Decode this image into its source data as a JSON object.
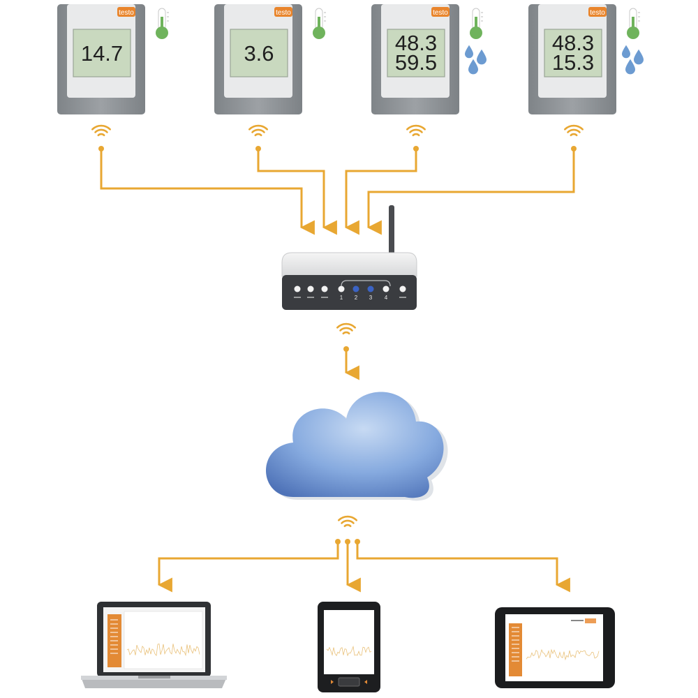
{
  "loggers": [
    {
      "brand": "testo",
      "readings": [
        "14.7"
      ],
      "sensor_icons": [
        "thermometer-icon"
      ]
    },
    {
      "brand": "testo",
      "readings": [
        "3.6"
      ],
      "sensor_icons": [
        "thermometer-icon"
      ]
    },
    {
      "brand": "testo",
      "readings": [
        "48.3",
        "59.5"
      ],
      "sensor_icons": [
        "thermometer-icon",
        "water-drops-icon"
      ]
    },
    {
      "brand": "testo",
      "readings": [
        "48.3",
        "15.3"
      ],
      "sensor_icons": [
        "thermometer-icon",
        "water-drops-icon"
      ]
    }
  ],
  "router": {
    "port_labels": [
      "1",
      "2",
      "3",
      "4"
    ]
  },
  "clients": [
    {
      "device": "laptop-icon"
    },
    {
      "device": "smartphone-icon"
    },
    {
      "device": "tablet-icon"
    }
  ],
  "colors": {
    "connector": "#e8a732",
    "logger_body": "#8f9498",
    "logger_face": "#e9eaeb",
    "lcd": "#c9d9bf",
    "brand_orange": "#e9852c",
    "thermo_green": "#6fb35c",
    "drop_blue": "#6c9bd1",
    "cloud_blue": "#7fa6dc",
    "router_dark": "#3a3c40",
    "port_led_blue": "#3b63c4"
  }
}
